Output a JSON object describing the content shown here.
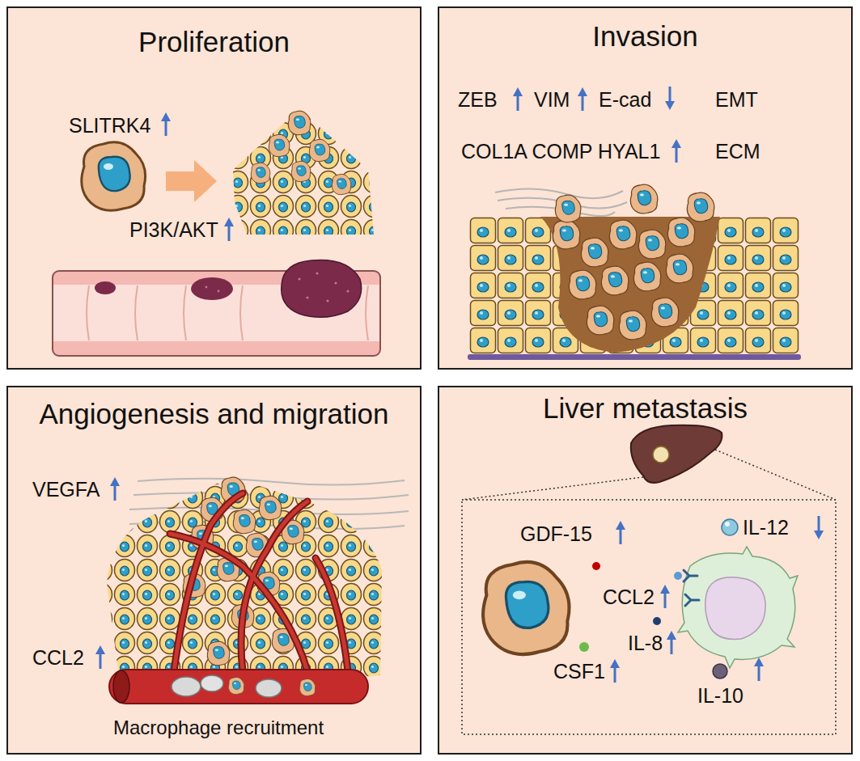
{
  "diagram": {
    "nodes": [
      {
        "text": [
          "Proliferation"
        ]
      },
      {
        "text": [
          "Invasion"
        ]
      },
      {
        "text": [
          "Angiogenesis and migration"
        ]
      },
      {
        "text": [
          "Liver metastasis"
        ]
      }
    ],
    "labels": [
      "SLITRK4",
      "PI3K/AKT",
      "ZEB",
      "VIM",
      "E-cad",
      "EMT",
      "COL1A COMP HYAL1",
      "ECM",
      "VEGFA",
      "CCL2",
      "Macrophage recruitment",
      "GDF-15",
      "IL-12",
      "CCL2",
      "IL-8",
      "CSF1",
      "IL-10"
    ]
  }
}
